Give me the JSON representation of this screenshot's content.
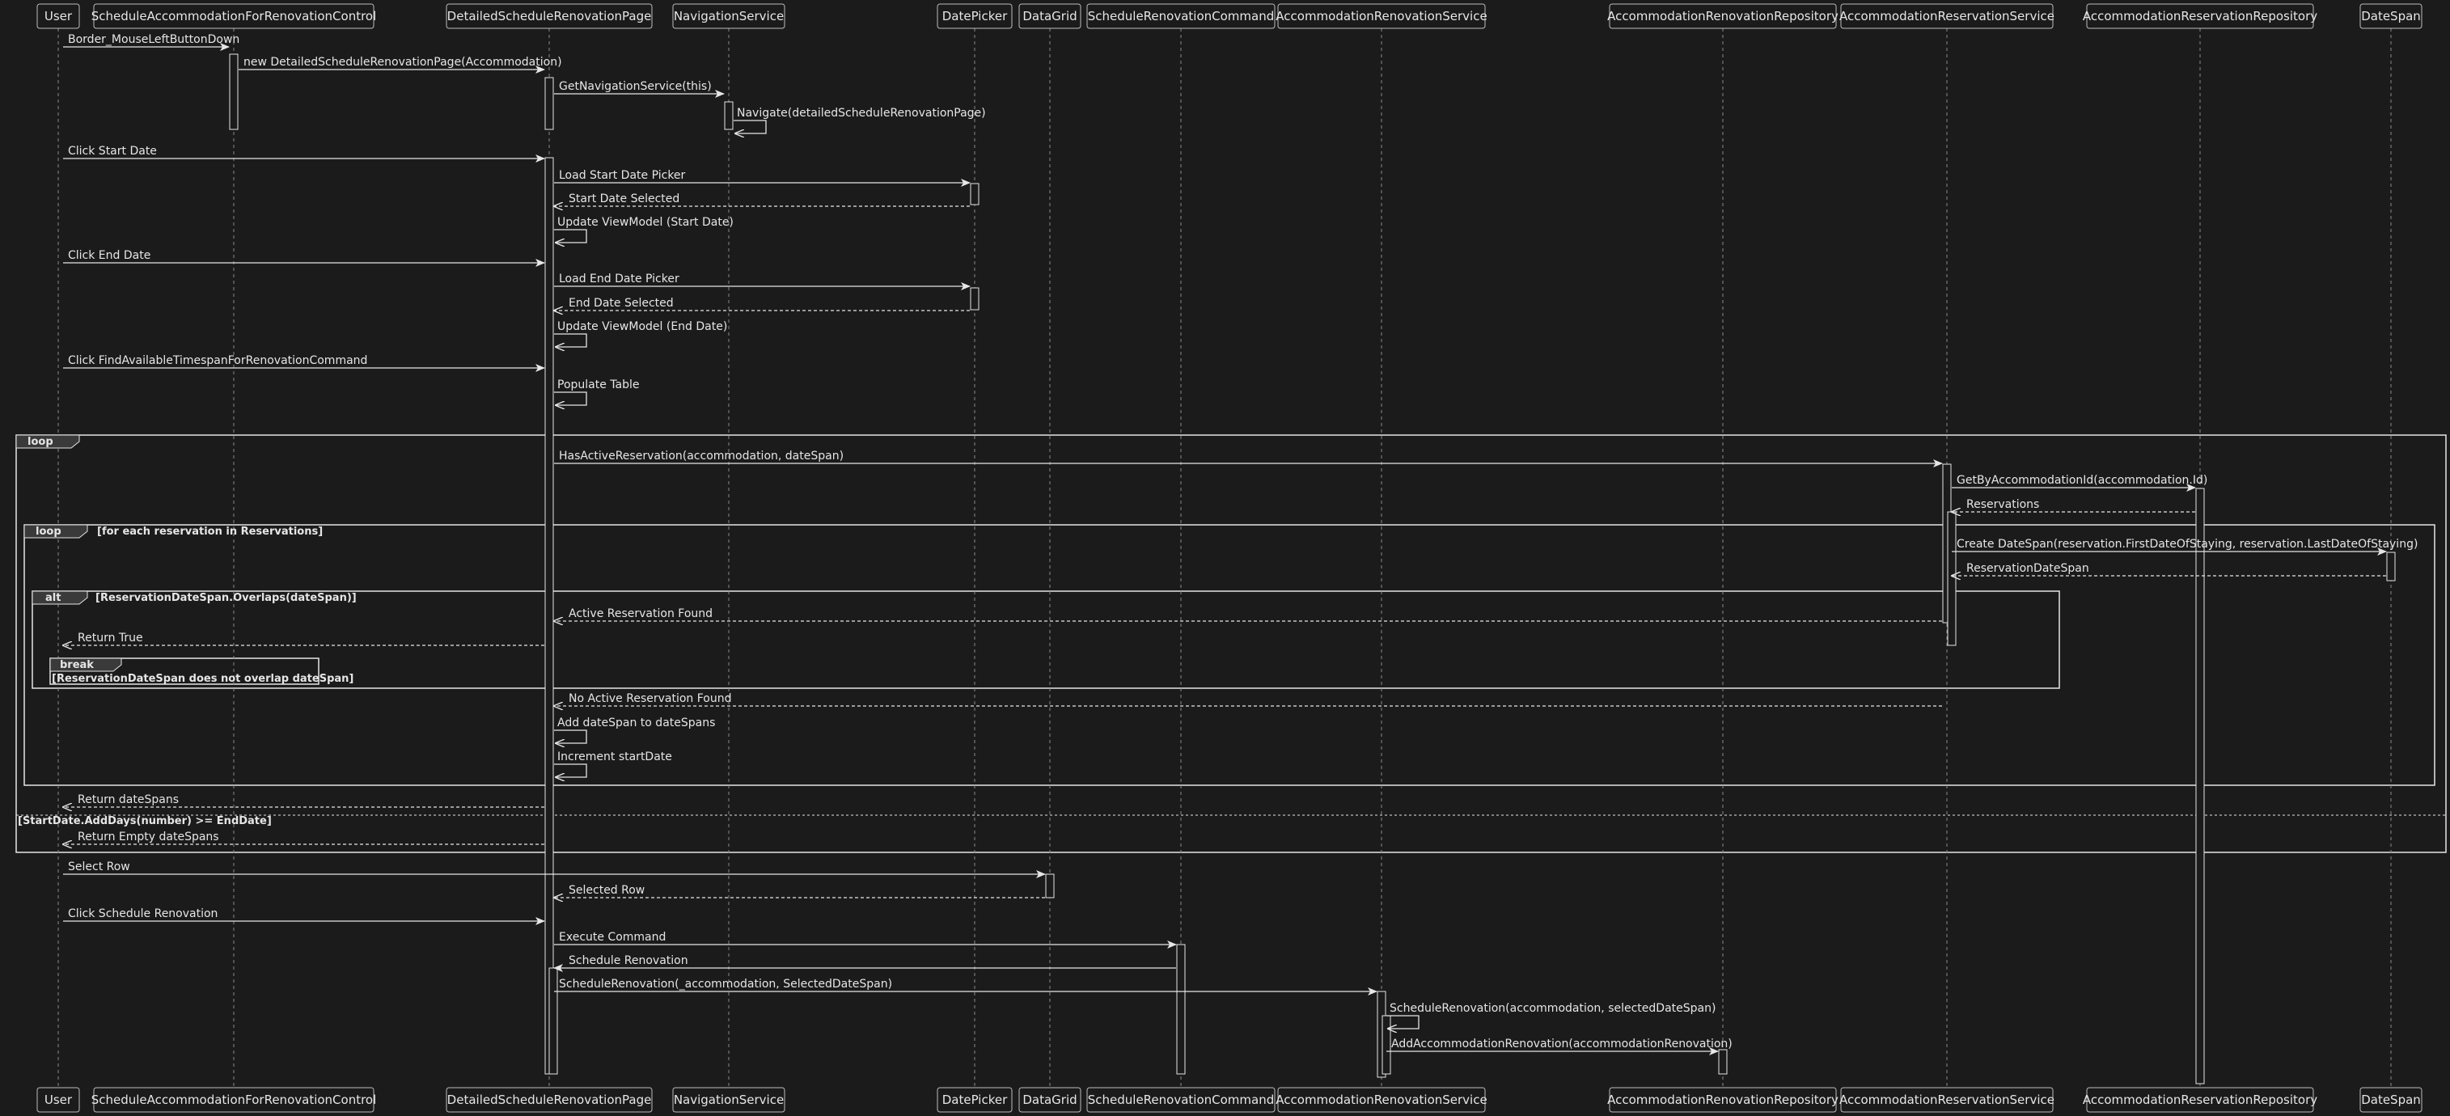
{
  "participants": [
    "User",
    "ScheduleAccommodationForRenovationControl",
    "DetailedScheduleRenovationPage",
    "NavigationService",
    "DatePicker",
    "DataGrid",
    "ScheduleRenovationCommand",
    "AccommodationRenovationService",
    "AccommodationRenovationRepository",
    "AccommodationReservationService",
    "AccommodationReservationRepository",
    "DateSpan"
  ],
  "messages": [
    {
      "from": 0,
      "to": 1,
      "label": "Border_MouseLeftButtonDown",
      "kind": "sync"
    },
    {
      "from": 1,
      "to": 2,
      "label": "new DetailedScheduleRenovationPage(Accommodation)",
      "kind": "sync"
    },
    {
      "from": 2,
      "to": 3,
      "label": "GetNavigationService(this)",
      "kind": "sync"
    },
    {
      "from": 3,
      "to": 3,
      "label": "Navigate(detailedScheduleRenovationPage)",
      "kind": "self"
    },
    {
      "from": 0,
      "to": 2,
      "label": "Click Start Date",
      "kind": "sync"
    },
    {
      "from": 2,
      "to": 4,
      "label": "Load Start Date Picker",
      "kind": "sync"
    },
    {
      "from": 4,
      "to": 2,
      "label": "Start Date Selected",
      "kind": "return"
    },
    {
      "from": 2,
      "to": 2,
      "label": "Update ViewModel (Start Date)",
      "kind": "self"
    },
    {
      "from": 0,
      "to": 2,
      "label": "Click End Date",
      "kind": "sync"
    },
    {
      "from": 2,
      "to": 4,
      "label": "Load End Date Picker",
      "kind": "sync"
    },
    {
      "from": 4,
      "to": 2,
      "label": "End Date Selected",
      "kind": "return"
    },
    {
      "from": 2,
      "to": 2,
      "label": "Update ViewModel (End Date)",
      "kind": "self"
    },
    {
      "from": 0,
      "to": 2,
      "label": "Click FindAvailableTimespanForRenovationCommand",
      "kind": "sync"
    },
    {
      "from": 2,
      "to": 2,
      "label": "Populate Table",
      "kind": "self"
    },
    {
      "from": 2,
      "to": 9,
      "label": "HasActiveReservation(accommodation, dateSpan)",
      "kind": "sync"
    },
    {
      "from": 9,
      "to": 10,
      "label": "GetByAccommodationId(accommodation.Id)",
      "kind": "sync"
    },
    {
      "from": 10,
      "to": 9,
      "label": "Reservations",
      "kind": "return"
    },
    {
      "from": 9,
      "to": 11,
      "label": "Create DateSpan(reservation.FirstDateOfStaying, reservation.LastDateOfStaying)",
      "kind": "sync"
    },
    {
      "from": 11,
      "to": 9,
      "label": "ReservationDateSpan",
      "kind": "return"
    },
    {
      "from": 9,
      "to": 2,
      "label": "Active Reservation Found",
      "kind": "return"
    },
    {
      "from": 2,
      "to": 0,
      "label": "Return True",
      "kind": "return"
    },
    {
      "from": 9,
      "to": 2,
      "label": "No Active Reservation Found",
      "kind": "return"
    },
    {
      "from": 2,
      "to": 2,
      "label": "Add dateSpan to dateSpans",
      "kind": "self"
    },
    {
      "from": 2,
      "to": 2,
      "label": "Increment startDate",
      "kind": "self"
    },
    {
      "from": 2,
      "to": 0,
      "label": "Return dateSpans",
      "kind": "return"
    },
    {
      "from": 2,
      "to": 0,
      "label": "Return Empty dateSpans",
      "kind": "return"
    },
    {
      "from": 0,
      "to": 5,
      "label": "Select Row",
      "kind": "sync"
    },
    {
      "from": 5,
      "to": 2,
      "label": "Selected Row",
      "kind": "return"
    },
    {
      "from": 0,
      "to": 2,
      "label": "Click Schedule Renovation",
      "kind": "sync"
    },
    {
      "from": 2,
      "to": 6,
      "label": "Execute Command",
      "kind": "sync"
    },
    {
      "from": 6,
      "to": 2,
      "label": "Schedule Renovation",
      "kind": "sync"
    },
    {
      "from": 2,
      "to": 7,
      "label": "ScheduleRenovation(_accommodation, SelectedDateSpan)",
      "kind": "sync"
    },
    {
      "from": 7,
      "to": 7,
      "label": "ScheduleRenovation(accommodation, selectedDateSpan)",
      "kind": "self"
    },
    {
      "from": 7,
      "to": 8,
      "label": "AddAccommodationRenovation(accommodationRenovation)",
      "kind": "sync"
    }
  ],
  "fragments": [
    {
      "keyword": "loop",
      "guard": "",
      "else_guard": "[StartDate.AddDays(number) >= EndDate]"
    },
    {
      "keyword": "loop",
      "guard": "[for each reservation in Reservations]"
    },
    {
      "keyword": "alt",
      "guard": "[ReservationDateSpan.Overlaps(dateSpan)]"
    },
    {
      "keyword": "break",
      "guard": "[ReservationDateSpan does not overlap dateSpan]"
    }
  ],
  "colors": {
    "background": "#1b1b1b",
    "line": "#e6e6e6",
    "activation_fill": "#1b1b1b"
  }
}
